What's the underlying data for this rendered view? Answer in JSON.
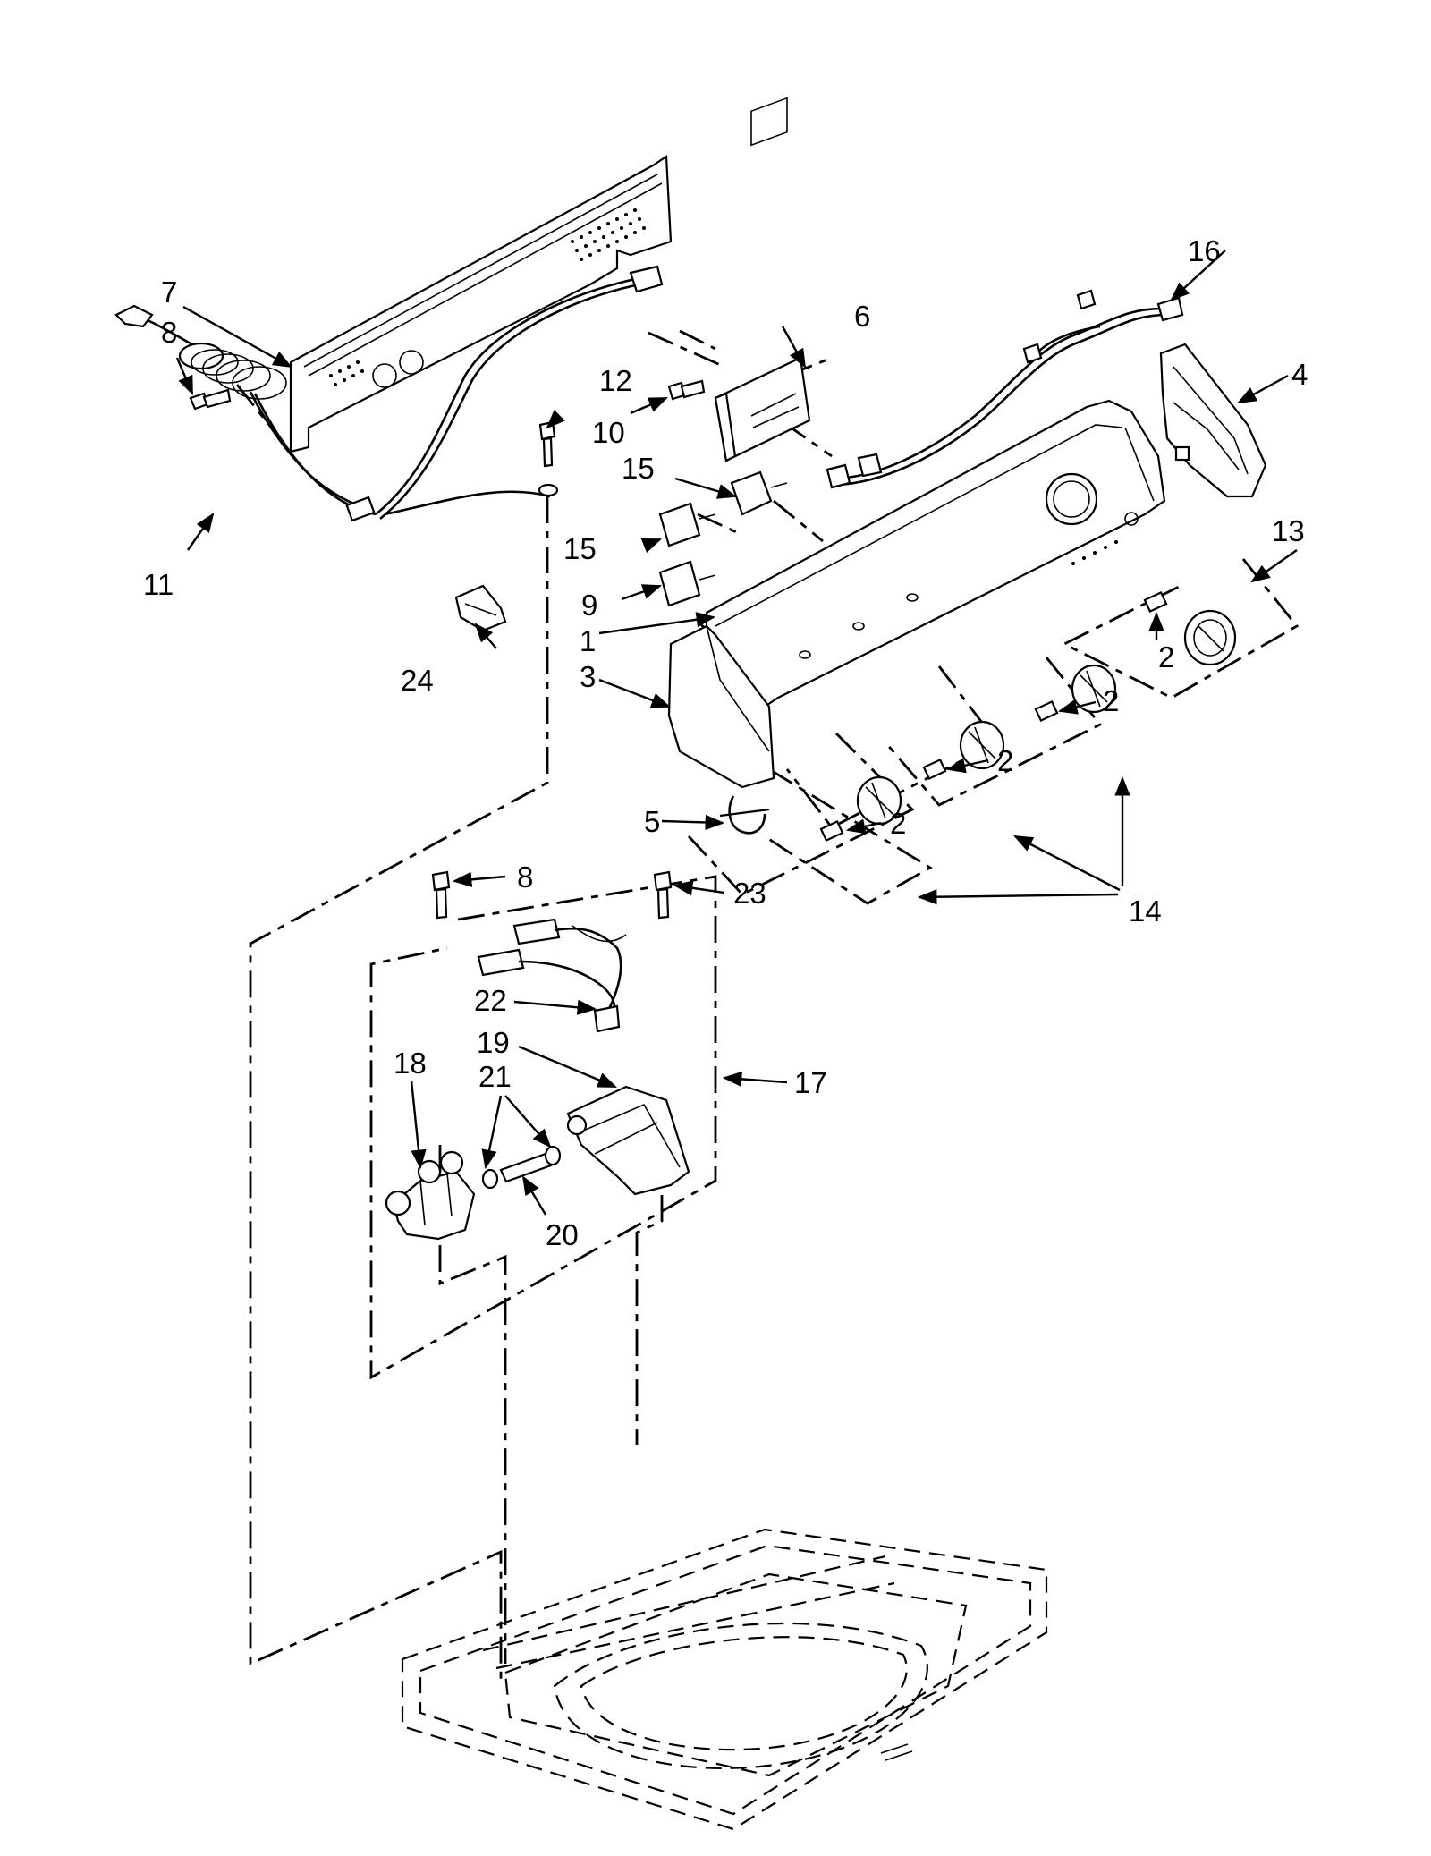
{
  "callouts": [
    {
      "id": "c1",
      "label": "1"
    },
    {
      "id": "c2a",
      "label": "2"
    },
    {
      "id": "c2b",
      "label": "2"
    },
    {
      "id": "c2c",
      "label": "2"
    },
    {
      "id": "c2d",
      "label": "2"
    },
    {
      "id": "c3",
      "label": "3"
    },
    {
      "id": "c4",
      "label": "4"
    },
    {
      "id": "c5",
      "label": "5"
    },
    {
      "id": "c6",
      "label": "6"
    },
    {
      "id": "c7",
      "label": "7"
    },
    {
      "id": "c8a",
      "label": "8"
    },
    {
      "id": "c8b",
      "label": "8"
    },
    {
      "id": "c9",
      "label": "9"
    },
    {
      "id": "c10",
      "label": "10"
    },
    {
      "id": "c11",
      "label": "11"
    },
    {
      "id": "c12",
      "label": "12"
    },
    {
      "id": "c13",
      "label": "13"
    },
    {
      "id": "c14",
      "label": "14"
    },
    {
      "id": "c15a",
      "label": "15"
    },
    {
      "id": "c15b",
      "label": "15"
    },
    {
      "id": "c16",
      "label": "16"
    },
    {
      "id": "c17",
      "label": "17"
    },
    {
      "id": "c18",
      "label": "18"
    },
    {
      "id": "c19",
      "label": "19"
    },
    {
      "id": "c20",
      "label": "20"
    },
    {
      "id": "c21",
      "label": "21"
    },
    {
      "id": "c22",
      "label": "22"
    },
    {
      "id": "c23",
      "label": "23"
    },
    {
      "id": "c24",
      "label": "24"
    }
  ]
}
